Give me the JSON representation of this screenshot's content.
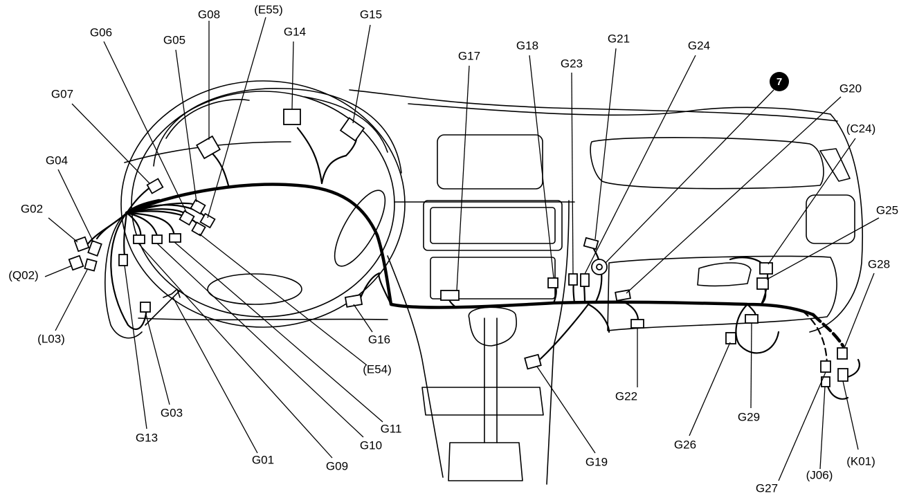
{
  "diagram": {
    "labels": {
      "G01": "G01",
      "G02": "G02",
      "G03": "G03",
      "G04": "G04",
      "G05": "G05",
      "G06": "G06",
      "G07": "G07",
      "G08": "G08",
      "G09": "G09",
      "G10": "G10",
      "G11": "G11",
      "G13": "G13",
      "G14": "G14",
      "G15": "G15",
      "G16": "G16",
      "G17": "G17",
      "G18": "G18",
      "G19": "G19",
      "G20": "G20",
      "G21": "G21",
      "G22": "G22",
      "G23": "G23",
      "G24": "G24",
      "G25": "G25",
      "G26": "G26",
      "G27": "G27",
      "G28": "G28",
      "G29": "G29",
      "E54": "(E54)",
      "E55": "(E55)",
      "C24": "(C24)",
      "Q02": "(Q02)",
      "L03": "(L03)",
      "J06": "(J06)",
      "K01": "(K01)"
    },
    "badge": "7"
  }
}
